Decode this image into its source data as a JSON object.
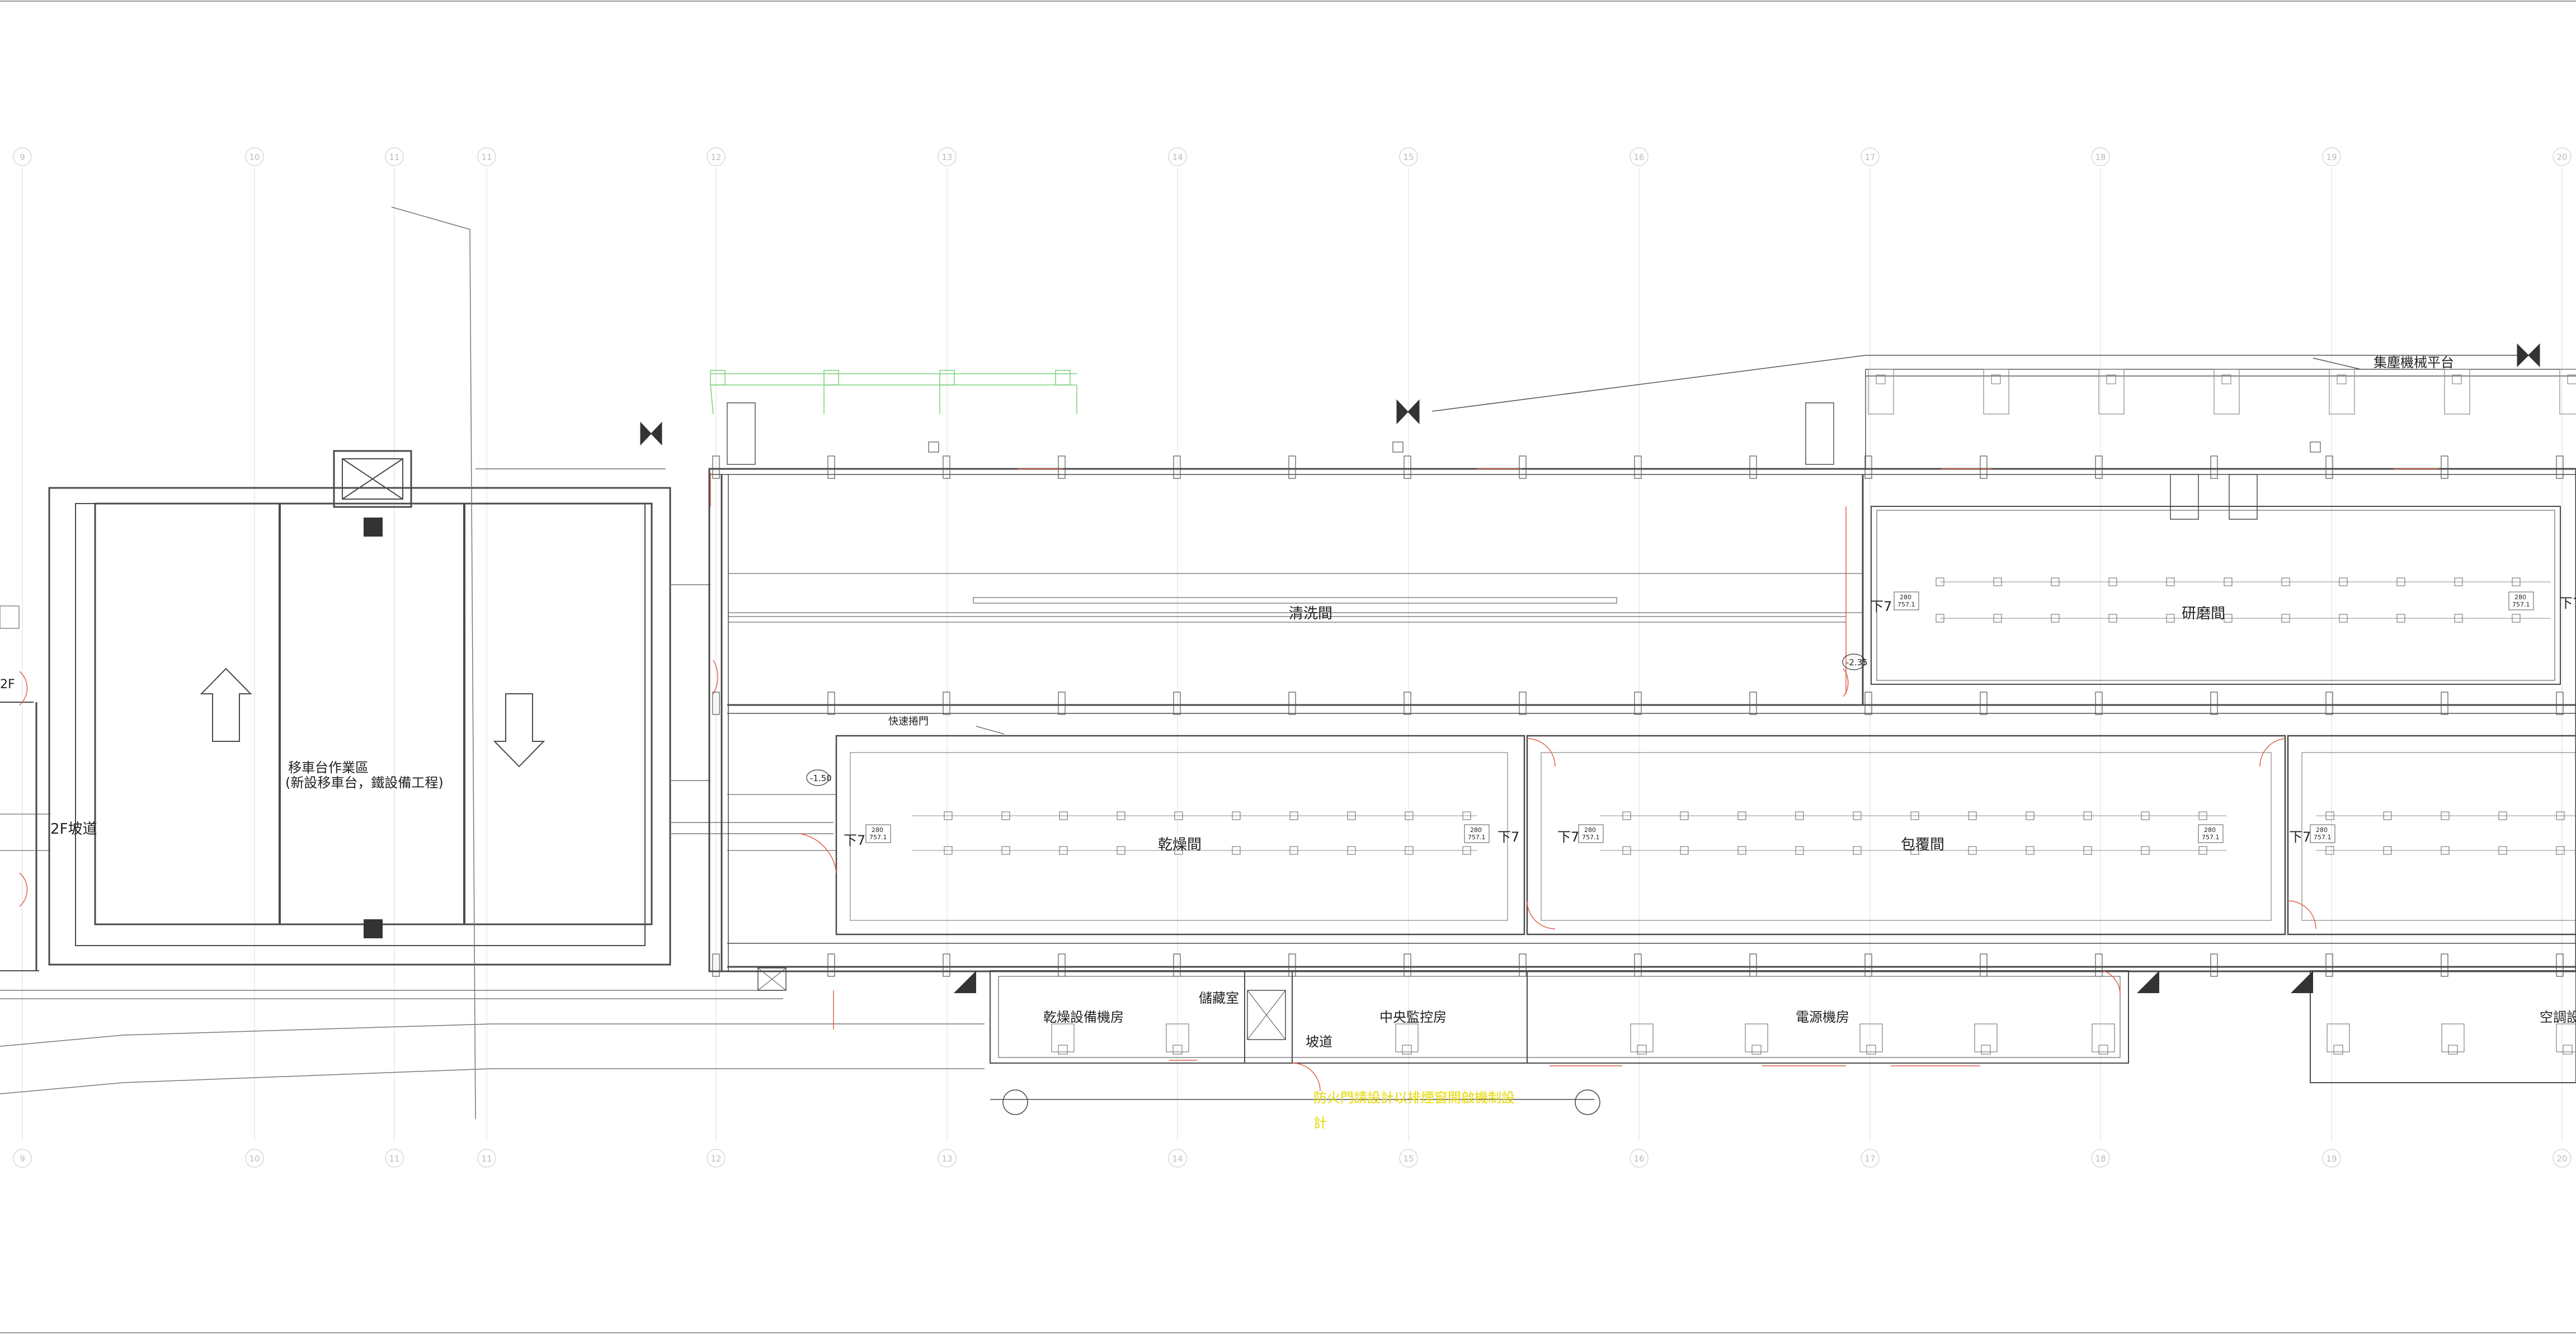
{
  "drawing": {
    "colors": {
      "wall": "#4a4a4a",
      "thin": "#8a8a8a",
      "grid": "#d6d6d6",
      "door": "#e0604a",
      "note": "#e6d800",
      "green": "#7cd07c"
    },
    "grid_bubbles": [
      "9",
      "10",
      "11",
      "11",
      "12",
      "13",
      "14",
      "15",
      "16",
      "17",
      "18",
      "19",
      "20"
    ],
    "rooms": {
      "left_wall_fragment": "2F",
      "left_sign": "2F坡道",
      "transfer_area_line1": "移車台作業區",
      "transfer_area_line2": "(新設移車台，鐵設備工程)",
      "wash_room": "清洗間",
      "grinding_room": "研磨間",
      "drying_room": "乾燥間",
      "packing_room": "包覆間",
      "dryer_equipment_room": "乾燥設備機房",
      "storage_room": "儲藏室",
      "ramp": "坡道",
      "central_control_room": "中央監控房",
      "power_room": "電源機房",
      "hvac_room_partial": "空調設備",
      "dust_platform": "集塵機械平台",
      "rapid_door": "快速捲門"
    },
    "marks": {
      "down_steps": "下7",
      "level_1": "-2.35",
      "level_2": "-1.50",
      "equip_tag_a": "280",
      "equip_tag_b": "757.1"
    },
    "notes": {
      "yellow_note_line1": "防火門請設計以排煙窗開啟機制設",
      "yellow_note_line2": "計"
    }
  }
}
